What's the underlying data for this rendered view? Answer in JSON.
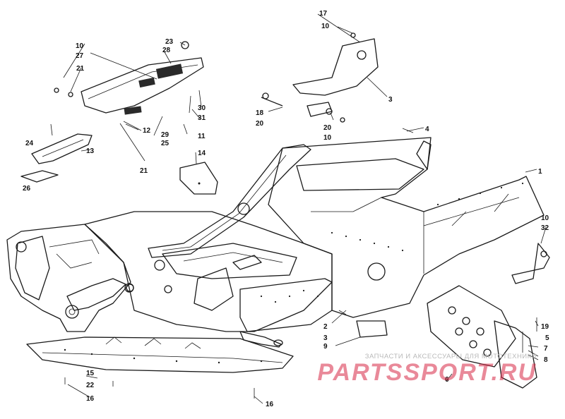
{
  "callouts": {
    "c1": "1",
    "c2": "2",
    "c3a": "3",
    "c3b": "3",
    "c4": "4",
    "c5": "5",
    "c6": "6",
    "c7": "7",
    "c8": "8",
    "c9": "9",
    "c10a": "10",
    "c10b": "10",
    "c10c": "10",
    "c10d": "10",
    "c11": "11",
    "c12": "12",
    "c13": "13",
    "c14": "14",
    "c15": "15",
    "c16a": "16",
    "c16b": "16",
    "c17": "17",
    "c18": "18",
    "c19": "19",
    "c20a": "20",
    "c20b": "20",
    "c21a": "21",
    "c21b": "21",
    "c22": "22",
    "c23": "23",
    "c24": "24",
    "c25": "25",
    "c26": "26",
    "c27": "27",
    "c28": "28",
    "c29": "29",
    "c30": "30",
    "c31": "31",
    "c32": "32"
  },
  "watermark": {
    "tagline": "ЗАПЧАСТИ И АКСЕССУАРЫ ДЛЯ МОТОТЕХНИКИ",
    "brand": "PARTSSPORT.RU",
    "color": "#d72846"
  }
}
